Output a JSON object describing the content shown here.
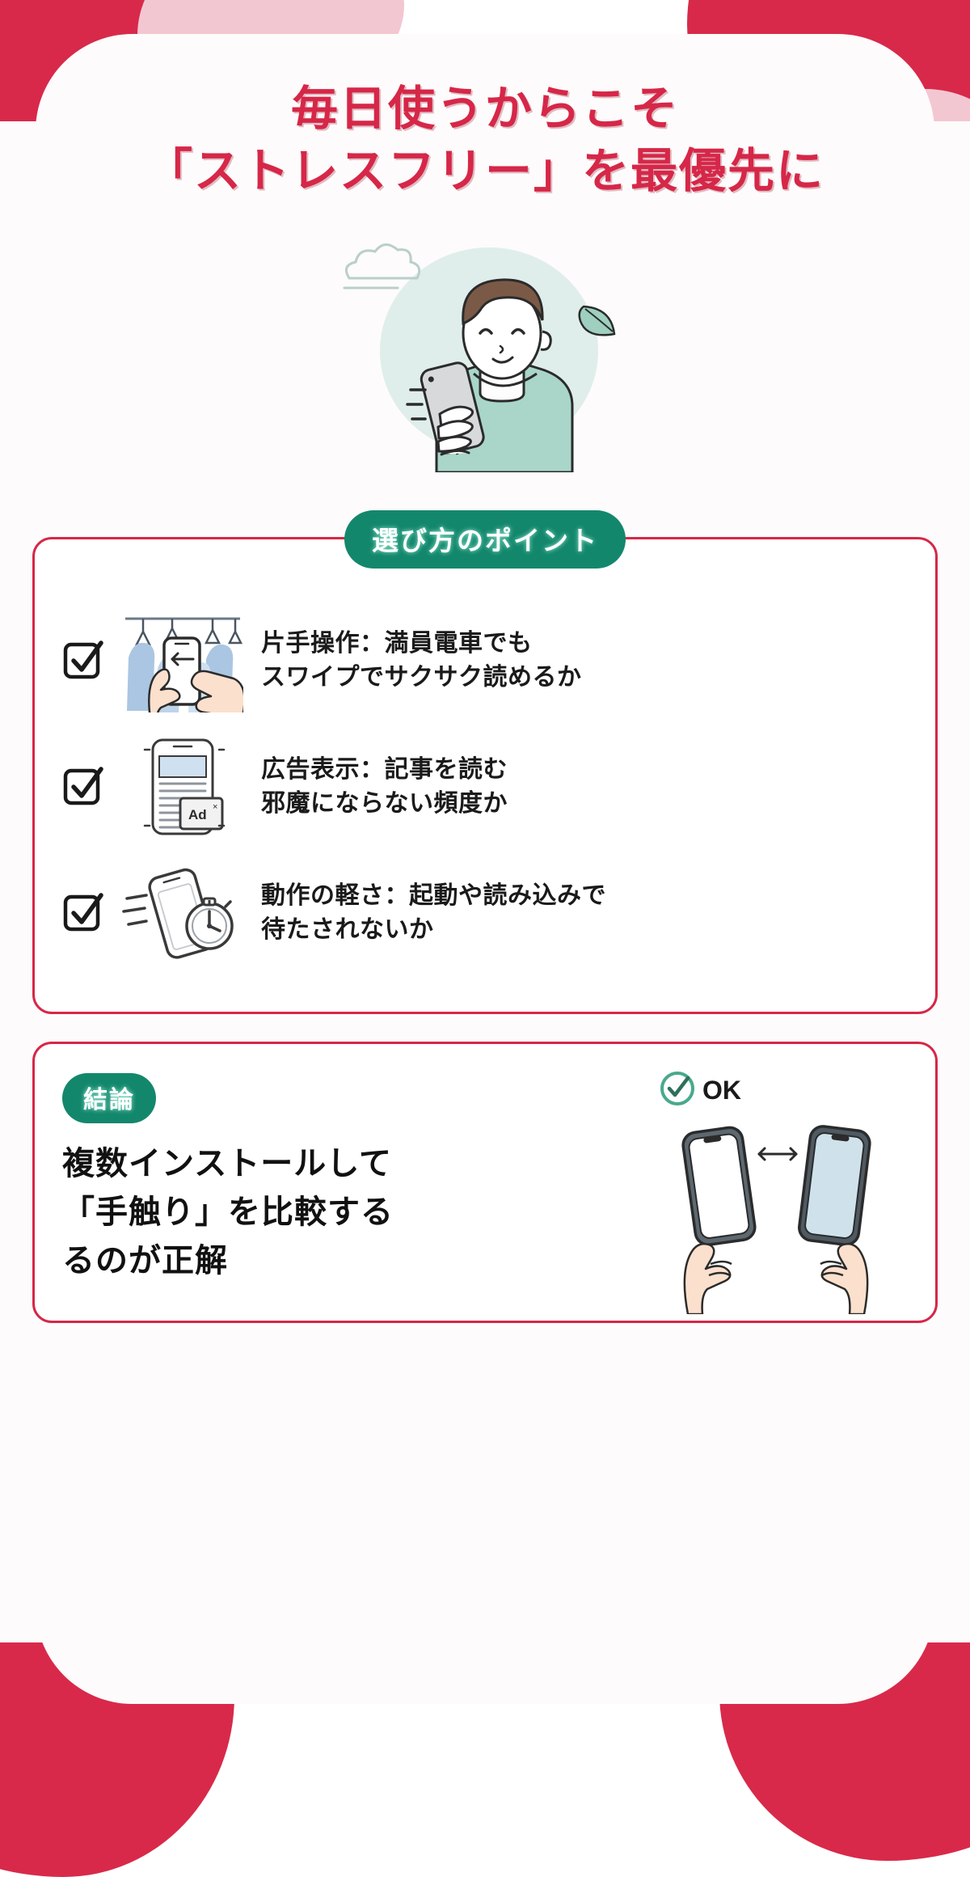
{
  "theme": {
    "accent_red": "#d62748",
    "accent_green": "#13876c",
    "blob_pink": "#f3c7d1",
    "text_dark": "#1a1a1a",
    "mint": "#a9d6c8"
  },
  "title": {
    "line1": "毎日使うからこそ",
    "line2": "「ストレスフリー」を最優先に"
  },
  "points_section": {
    "badge": "選び方のポイント",
    "items": [
      {
        "check": "checked",
        "icon": "one-hand-train-phone-illustration",
        "text_line1": "片手操作：満員電車でも",
        "text_line2": "スワイプでサクサク読めるか"
      },
      {
        "check": "checked",
        "icon": "phone-article-ad-illustration",
        "text_line1": "広告表示：記事を読む",
        "text_line2": "邪魔にならない頻度か"
      },
      {
        "check": "checked",
        "icon": "phone-stopwatch-speed-illustration",
        "text_line1": "動作の軽さ：起動や読み込みで",
        "text_line2": "待たされないか"
      }
    ]
  },
  "conclusion_section": {
    "badge": "結論",
    "ok_label": "OK",
    "text_line1": "複数インストールして",
    "text_line2": "「手触り」を比較する",
    "text_line3": "るのが正解"
  }
}
